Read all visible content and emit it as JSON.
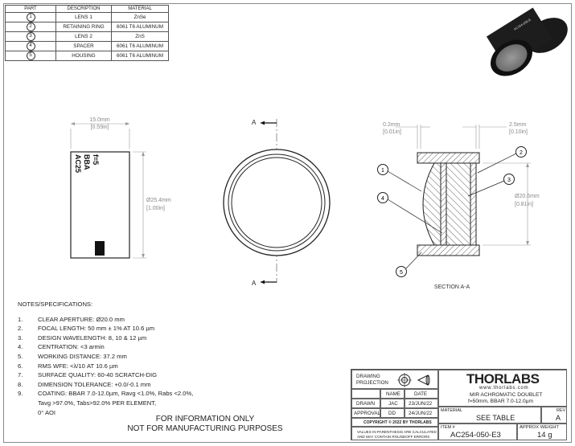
{
  "parts_table": {
    "headers": [
      "PART",
      "DESCRIPTION",
      "MATERIAL"
    ],
    "rows": [
      {
        "part": "1",
        "description": "LENS 1",
        "material": "ZnSe"
      },
      {
        "part": "2",
        "description": "RETAINING RING",
        "material": "6061 T6 ALUMINUM"
      },
      {
        "part": "3",
        "description": "LENS 2",
        "material": "ZnS"
      },
      {
        "part": "4",
        "description": "SPACER",
        "material": "6061 T6 ALUMINUM"
      },
      {
        "part": "5",
        "description": "HOUSING",
        "material": "6061 T6 ALUMINUM"
      }
    ]
  },
  "side_view": {
    "width_dim": "15.0mm",
    "width_dim_in": "[0.59in]",
    "dia_dim": "Ø25.4mm",
    "dia_dim_in": "[1.00in]",
    "engraving": [
      "AC25",
      "BBA",
      "f=5"
    ]
  },
  "front_view": {
    "section_label_top": "A",
    "section_label_bottom": "A"
  },
  "section_view": {
    "left_dim": "0.2mm",
    "left_dim_in": "[0.01in]",
    "right_dim": "2.5mm",
    "right_dim_in": "[0.10in]",
    "dia_dim": "Ø20.6mm",
    "dia_dim_in": "[0.81in]",
    "balloons": [
      "1",
      "2",
      "3",
      "4",
      "5"
    ],
    "caption": "SECTION A-A"
  },
  "notes": {
    "heading": "NOTES/SPECIFICATIONS:",
    "items": [
      {
        "num": "1.",
        "text": "CLEAR APERTURE: Ø20.0 mm"
      },
      {
        "num": "2.",
        "text": "FOCAL LENGTH: 50 mm ± 1% AT 10.6 µm"
      },
      {
        "num": "3.",
        "text": "DESIGN WAVELENGTH: 8, 10 & 12 µm"
      },
      {
        "num": "4.",
        "text": "CENTRATION: <3 armin"
      },
      {
        "num": "5.",
        "text": "WORKING DISTANCE: 37.2 mm"
      },
      {
        "num": "6.",
        "text": "RMS WFE: <λ/10 AT 10.6 µm"
      },
      {
        "num": "7.",
        "text": "SURFACE QUALITY: 60-40 SCRATCH-DIG"
      },
      {
        "num": "8.",
        "text": "DIMENSION TOLERANCE: +0.0/-0.1 mm"
      },
      {
        "num": "9.",
        "text": "COATING: BBAR 7.0-12.0µm, Ravg <1.0%, Rabs <2.0%,"
      },
      {
        "num": "",
        "text": "Tavg >97.0%, Tabs>92.0% PER ELEMENT,"
      },
      {
        "num": "",
        "text": "0° AOI"
      }
    ]
  },
  "disclaimer": {
    "line1": "FOR INFORMATION ONLY",
    "line2": "NOT FOR MANUFACTURING PURPOSES"
  },
  "title_block": {
    "projection_label_1": "DRAWING",
    "projection_label_2": "PROJECTION",
    "name_header": "NAME",
    "date_header": "DATE",
    "drawn_label": "DRAWN",
    "drawn_name": "JAC",
    "drawn_date": "23/JUN/22",
    "approval_label": "APPROVAL",
    "approval_name": "DD",
    "approval_date": "24/JUN/22",
    "copyright": "COPYRIGHT © 2022 BY THORLABS",
    "rounding_1": "VALUES IN PARENTHESIS ARE CALCULATED",
    "rounding_2": "AND MAY CONTAIN ROUNDOFF ERRORS",
    "brand": "THORLABS",
    "website": "www.thorlabs.com",
    "product_line1": "MIR ACHROMATIC DOUBLET",
    "product_line2": "f=50mm, BBAR 7.0-12.0µm",
    "material_label": "MATERIAL",
    "material_value": "SEE TABLE",
    "rev_label": "REV",
    "rev_value": "A",
    "item_label": "ITEM #",
    "item_value": "AC254-050-E3",
    "weight_label": "APPROX WEIGHT",
    "weight_value": "14 g"
  }
}
